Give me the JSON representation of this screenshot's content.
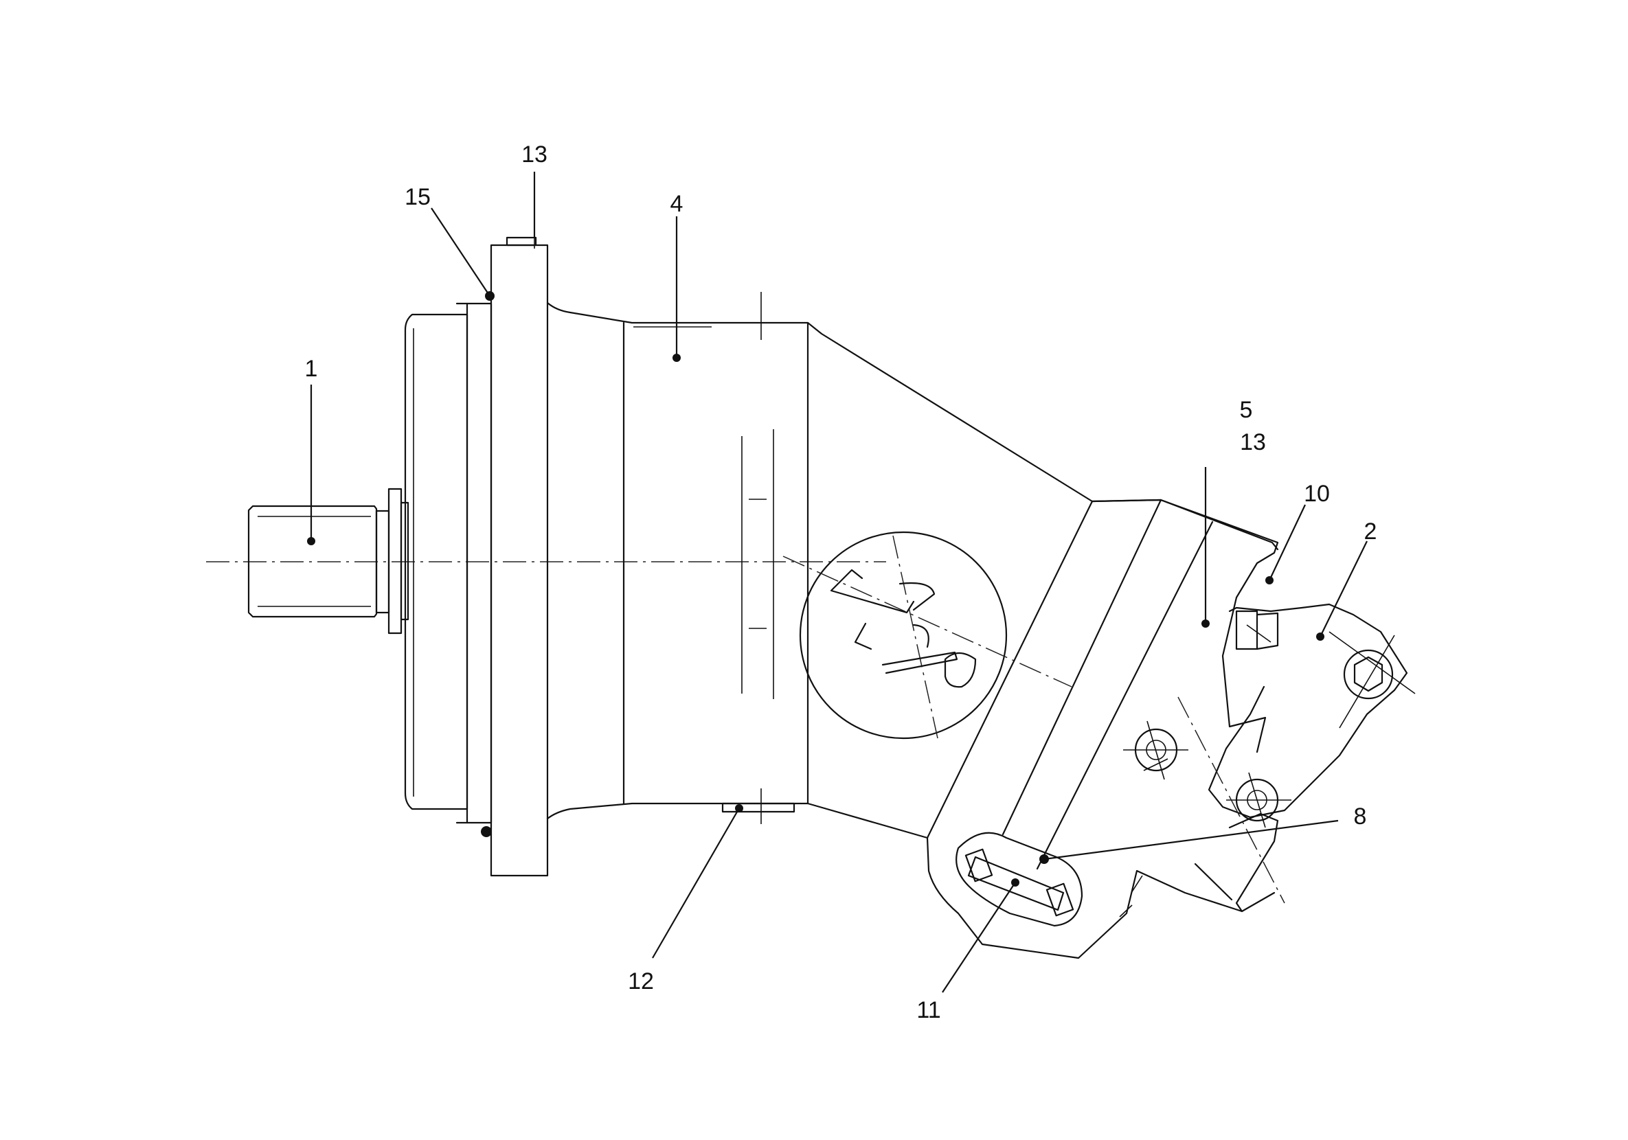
{
  "diagram": {
    "callouts": [
      {
        "id": "c1",
        "label": "1"
      },
      {
        "id": "c15",
        "label": "15"
      },
      {
        "id": "c13a",
        "label": "13"
      },
      {
        "id": "c4",
        "label": "4"
      },
      {
        "id": "c5",
        "label": "5"
      },
      {
        "id": "c13b",
        "label": "13"
      },
      {
        "id": "c10",
        "label": "10"
      },
      {
        "id": "c2",
        "label": "2"
      },
      {
        "id": "c8",
        "label": "8"
      },
      {
        "id": "c11",
        "label": "11"
      },
      {
        "id": "c12",
        "label": "12"
      }
    ]
  }
}
